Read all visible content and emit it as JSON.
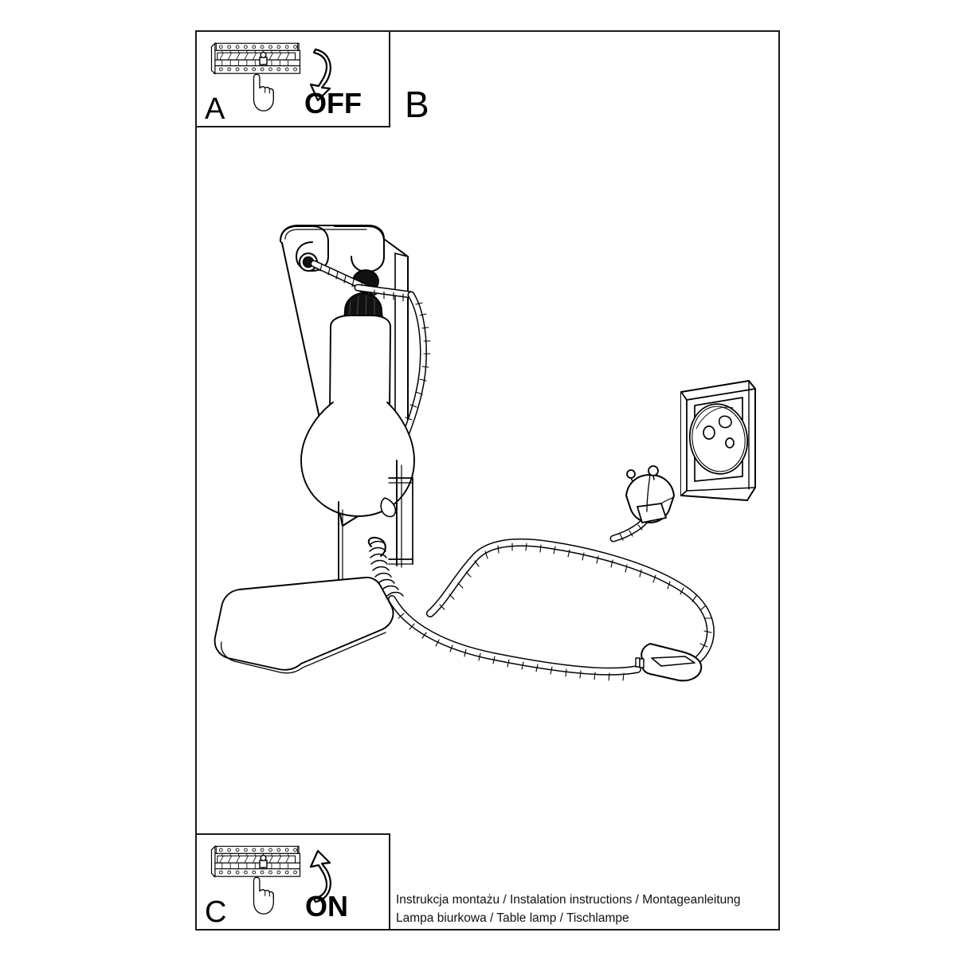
{
  "document": {
    "type": "assembly-instruction-sheet",
    "sheet_width": 1200,
    "sheet_height": 1200,
    "line_color": "#000000",
    "background": "#ffffff"
  },
  "panels": {
    "a": {
      "letter": "A",
      "state_label": "OFF",
      "arrow_direction": "down",
      "icon": "circuit-breaker-panel-with-hand",
      "description": "Hand switching the circuit breaker panel to the OFF position"
    },
    "b": {
      "letter": "B",
      "description": "Table lamp assembly: lamp shade frame, bulb, base, cord with inline switch, plug and wall socket"
    },
    "c": {
      "letter": "C",
      "state_label": "ON",
      "arrow_direction": "up",
      "icon": "circuit-breaker-panel-with-hand",
      "description": "Hand switching the circuit breaker panel to the ON position"
    }
  },
  "illustration": {
    "parts": [
      {
        "name": "lamp-shade-frame",
        "label": ""
      },
      {
        "name": "light-bulb",
        "label": ""
      },
      {
        "name": "bulb-socket",
        "label": ""
      },
      {
        "name": "lamp-base-plate",
        "label": ""
      },
      {
        "name": "power-cord",
        "label": ""
      },
      {
        "name": "inline-switch",
        "label": ""
      },
      {
        "name": "power-plug",
        "label": ""
      },
      {
        "name": "wall-socket",
        "label": ""
      }
    ]
  },
  "caption": {
    "line1": "Instrukcja montażu / Instalation instructions / Montageanleitung",
    "line2": "Lampa biurkowa / Table lamp / Tischlampe"
  }
}
